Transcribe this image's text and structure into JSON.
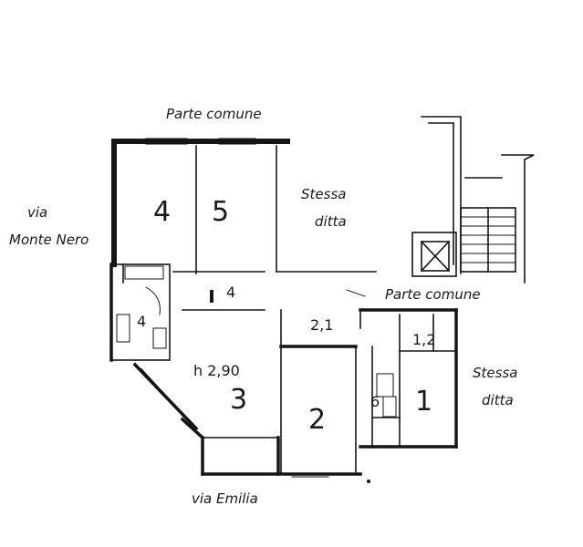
{
  "labels": {
    "top_courtyard": "Parte comune",
    "left_street_line1": "via",
    "left_street_line2": "Monte Nero",
    "upper_right_neighbor_line1": "Stessa",
    "upper_right_neighbor_line2": "ditta",
    "right_courtyard": "Parte comune",
    "lower_right_neighbor_line1": "Stessa",
    "lower_right_neighbor_line2": "ditta",
    "bottom_street": "via Emilia",
    "ceiling_height": "h 2,90"
  },
  "rooms": {
    "room_4_big": "4",
    "room_5": "5",
    "corridor_4": "4",
    "room_3": "3",
    "room_2": "2",
    "room_1": "1",
    "room_1_2": "1,2",
    "hall_2_1": "2,1",
    "bath_left": "4",
    "bath_right": "6"
  },
  "colors": {
    "ink": "#151515",
    "paper": "#ffffff"
  }
}
